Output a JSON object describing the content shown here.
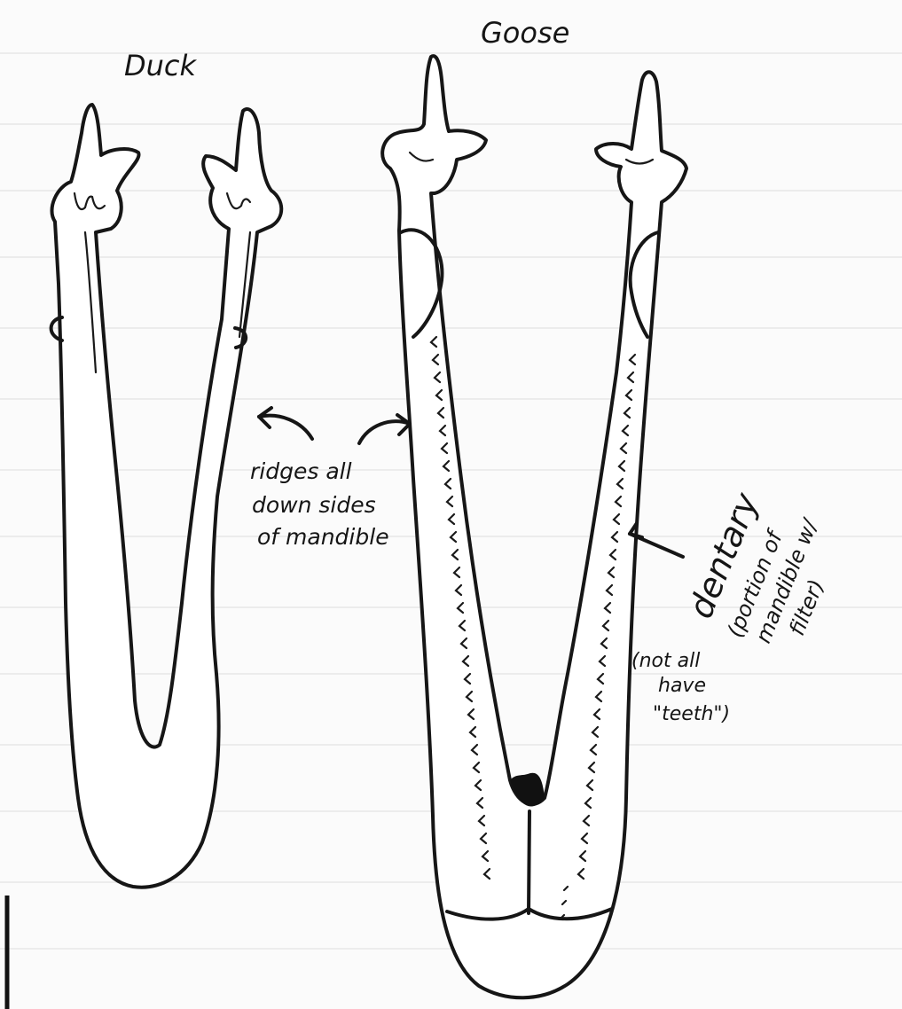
{
  "labels": {
    "duck": "Duck",
    "goose": "Goose",
    "ridges_line1": "ridges all",
    "ridges_line2": "down sides",
    "ridges_line3": "of mandible",
    "dentary_word": "dentary",
    "dentary_line2": "(portion of",
    "dentary_line3": "mandible w/",
    "dentary_line4": "filter)",
    "teeth_line1": "(not all",
    "teeth_line2": "have",
    "teeth_line3": "\"teeth\")"
  },
  "colors": {
    "ink": "#161616",
    "paper": "#fbfbfb",
    "ruled_lines": "#e4e4e4"
  }
}
